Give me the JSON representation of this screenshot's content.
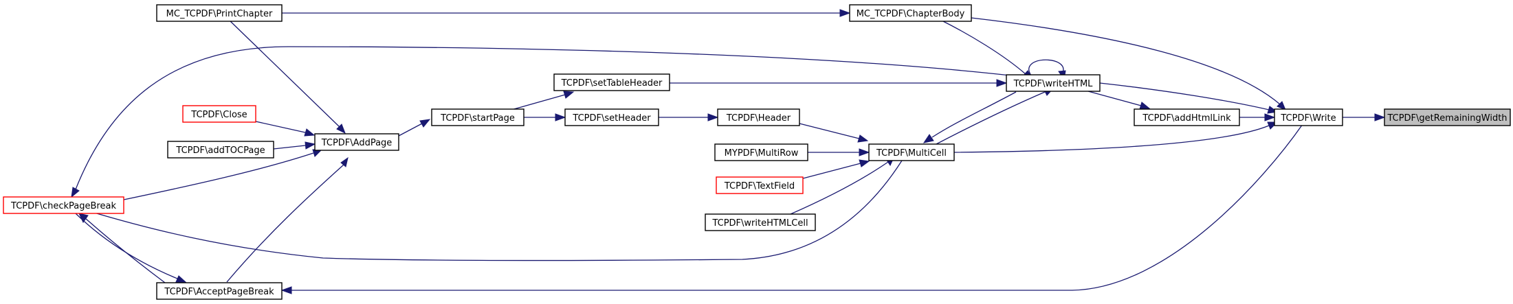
{
  "colors": {
    "edge": "#191970",
    "border_default": "#000000",
    "border_truncated": "#ff0000",
    "fill_default": "#ffffff",
    "fill_focus": "#bfbfbf"
  },
  "nodes": {
    "printChapter": {
      "label": "MC_TCPDF\\PrintChapter",
      "kind": "default"
    },
    "chapterBody": {
      "label": "MC_TCPDF\\ChapterBody",
      "kind": "default"
    },
    "setTableHeader": {
      "label": "TCPDF\\setTableHeader",
      "kind": "default"
    },
    "writeHTML": {
      "label": "TCPDF\\writeHTML",
      "kind": "default"
    },
    "close": {
      "label": "TCPDF\\Close",
      "kind": "truncated"
    },
    "startPage": {
      "label": "TCPDF\\startPage",
      "kind": "default"
    },
    "setHeader": {
      "label": "TCPDF\\setHeader",
      "kind": "default"
    },
    "header": {
      "label": "TCPDF\\Header",
      "kind": "default"
    },
    "addHtmlLink": {
      "label": "TCPDF\\addHtmlLink",
      "kind": "default"
    },
    "write": {
      "label": "TCPDF\\Write",
      "kind": "default"
    },
    "getRemWidth": {
      "label": "TCPDF\\getRemainingWidth",
      "kind": "focus"
    },
    "addTOCPage": {
      "label": "TCPDF\\addTOCPage",
      "kind": "default"
    },
    "addPage": {
      "label": "TCPDF\\AddPage",
      "kind": "default"
    },
    "multiRow": {
      "label": "MYPDF\\MultiRow",
      "kind": "default"
    },
    "multiCell": {
      "label": "TCPDF\\MultiCell",
      "kind": "default"
    },
    "textField": {
      "label": "TCPDF\\TextField",
      "kind": "truncated"
    },
    "checkPageBreak": {
      "label": "TCPDF\\checkPageBreak",
      "kind": "truncated"
    },
    "writeHTMLCell": {
      "label": "TCPDF\\writeHTMLCell",
      "kind": "default"
    },
    "acceptPageBreak": {
      "label": "TCPDF\\AcceptPageBreak",
      "kind": "default"
    }
  }
}
